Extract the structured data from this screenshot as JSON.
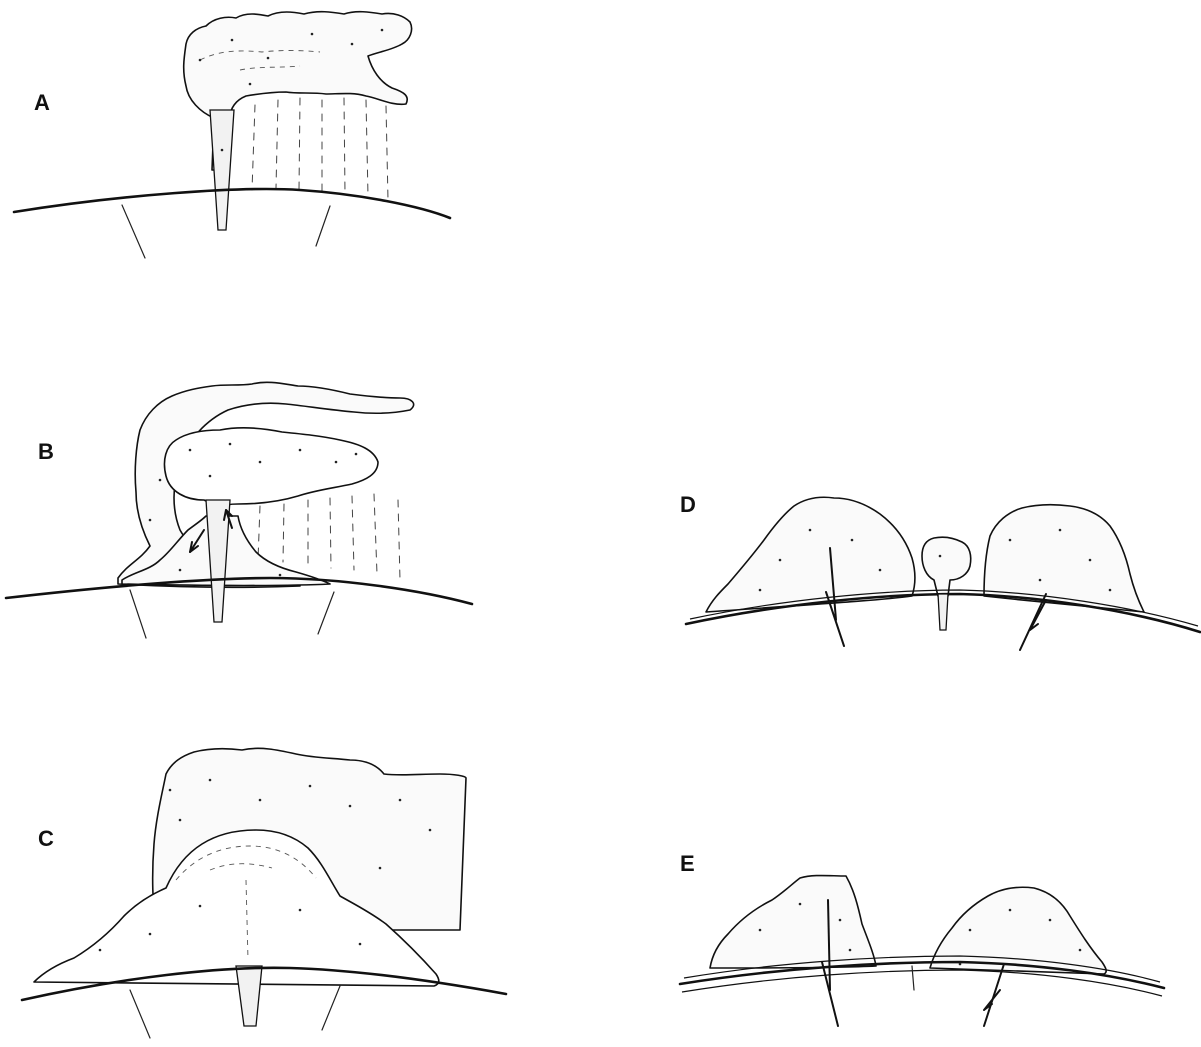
{
  "panels": {
    "a": {
      "label": "A"
    },
    "b": {
      "label": "B"
    },
    "c": {
      "label": "C"
    },
    "d": {
      "label": "D"
    },
    "e": {
      "label": "E"
    }
  },
  "colors": {
    "ink": "#111111",
    "paper": "#ffffff"
  }
}
